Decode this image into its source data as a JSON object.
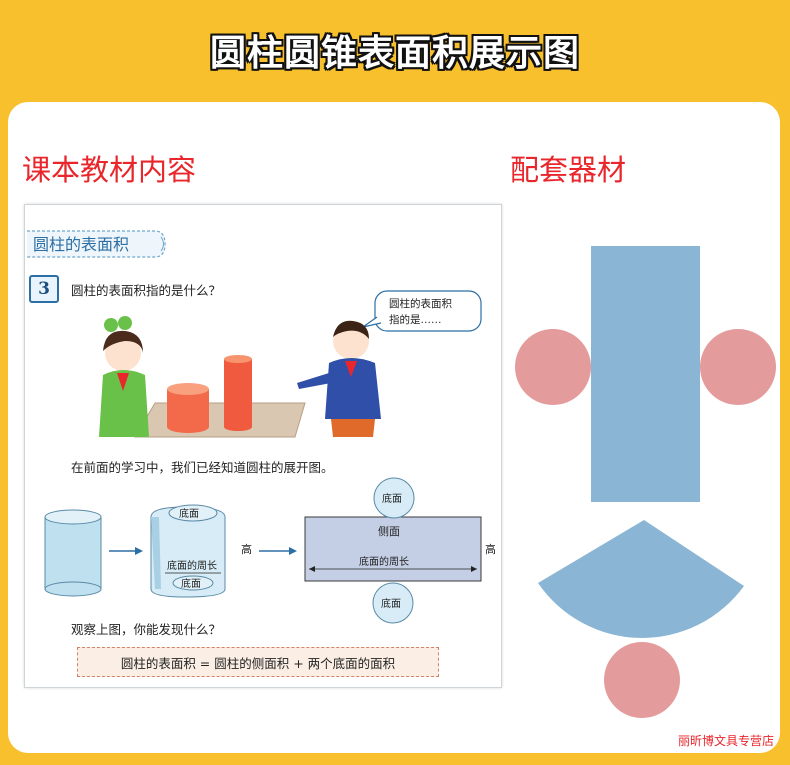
{
  "banner": {
    "title": "圆柱圆锥表面积展示图"
  },
  "sections": {
    "left_title": "课本教材内容",
    "right_title": "配套器材"
  },
  "textbook": {
    "lesson_title": "圆柱的表面积",
    "example_number": "3",
    "question": "圆柱的表面积指的是什么？",
    "speech_bubble_line1": "圆柱的表面积",
    "speech_bubble_line2": "指的是……",
    "prior_text": "在前面的学习中，我们已经知道圆柱的展开图。",
    "label_base": "底面",
    "label_base_circumference": "底面的周长",
    "label_height": "高",
    "label_lateral": "侧面",
    "observe_text": "观察上图，你能发现什么？",
    "formula": "圆柱的表面积 = 圆柱的侧面积 + 两个底面的面积"
  },
  "colors": {
    "banner_bg": "#f9c02e",
    "title_red": "#e8262b",
    "net_blue": "#8ab5d5",
    "net_pink": "#e49b9b"
  },
  "watermark": "丽昕博文具专营店"
}
